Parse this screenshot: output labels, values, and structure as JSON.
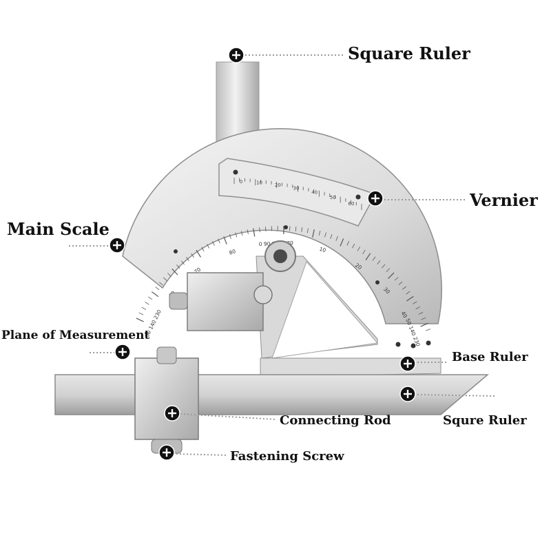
{
  "labels": {
    "square_ruler_top": "Square Ruler",
    "vernier": "Vernier",
    "main_scale": "Main Scale",
    "plane_of_measurement": "Plane of Measurement",
    "base_ruler": "Base Ruler",
    "connecting_rod": "Connecting Rod",
    "squre_ruler_bottom": "Squre Ruler",
    "fastening_screw": "Fastening Screw"
  },
  "main_scale_numbers": [
    "50 140 230",
    "60",
    "70",
    "80",
    "0 90 180 270",
    "10",
    "20",
    "30",
    "40",
    "50 140 230"
  ],
  "vernier_numbers": [
    "0",
    "10",
    "20",
    "30",
    "40",
    "50",
    "60"
  ],
  "colors": {
    "marker": "#111111",
    "leader": "#999999",
    "metal_light": "#eeeeee",
    "metal_mid": "#c9c9c9",
    "metal_dark": "#8f8f8f"
  }
}
